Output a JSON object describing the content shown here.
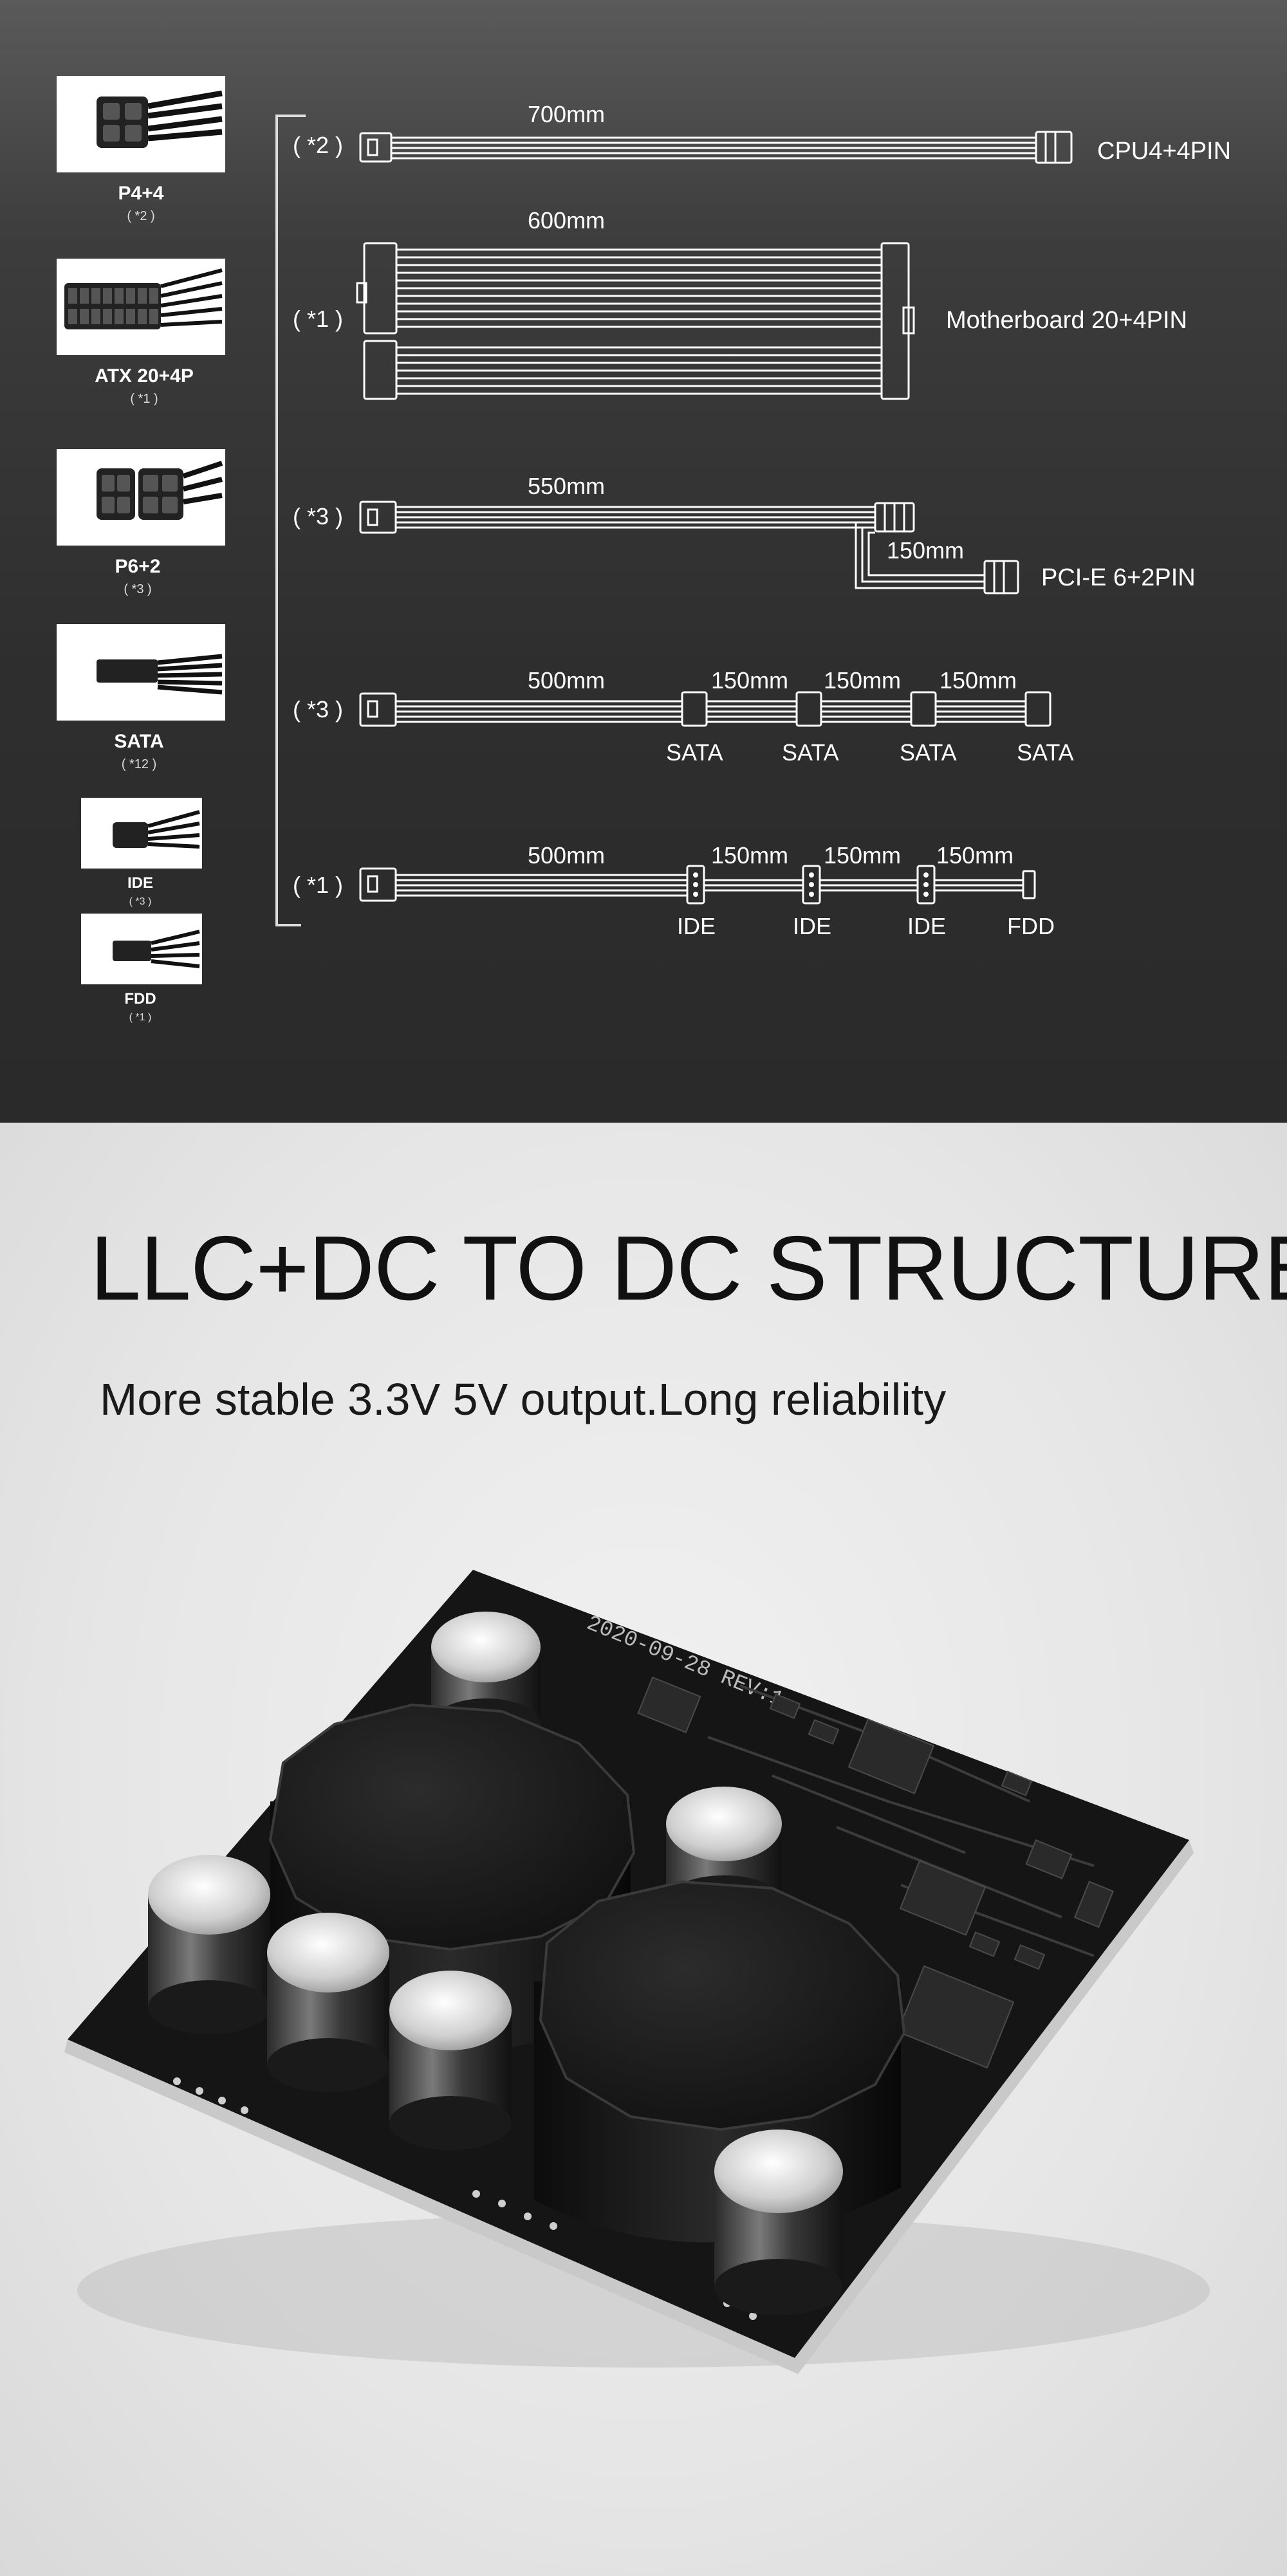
{
  "connectors": [
    {
      "label": "P4+4",
      "qty": "( *2 )"
    },
    {
      "label": "ATX 20+4P",
      "qty": "( *1 )"
    },
    {
      "label": "P6+2",
      "qty": "( *3 )"
    },
    {
      "label": "SATA",
      "qty": "( *12 )"
    },
    {
      "label": "IDE",
      "qty": "( *3 )"
    },
    {
      "label": "FDD",
      "qty": "( *1 )"
    }
  ],
  "cables": [
    {
      "qty": "( *2 )",
      "length": "700mm",
      "end_label": "CPU4+4PIN"
    },
    {
      "qty": "( *1 )",
      "length": "600mm",
      "end_label": "Motherboard 20+4PIN"
    },
    {
      "qty": "( *3 )",
      "length": "550mm",
      "branch_length": "150mm",
      "end_label": "PCI-E 6+2PIN"
    },
    {
      "qty": "( *3 )",
      "length": "500mm",
      "seg_lengths": [
        "150mm",
        "150mm",
        "150mm"
      ],
      "plugs": [
        "SATA",
        "SATA",
        "SATA",
        "SATA"
      ]
    },
    {
      "qty": "( *1 )",
      "length": "500mm",
      "seg_lengths": [
        "150mm",
        "150mm",
        "150mm"
      ],
      "plugs": [
        "IDE",
        "IDE",
        "IDE",
        "FDD"
      ]
    }
  ],
  "headline": "LLC+DC TO DC STRUCTURE",
  "subline": "More stable 3.3V 5V output.Long reliability",
  "board_silkscreen": "2020-09-28 REV:1",
  "colors": {
    "top_bg": "#2e2e2e",
    "bottom_bg": "#e8e8e8",
    "cable": "#ffffff",
    "pcb": "#151515"
  }
}
